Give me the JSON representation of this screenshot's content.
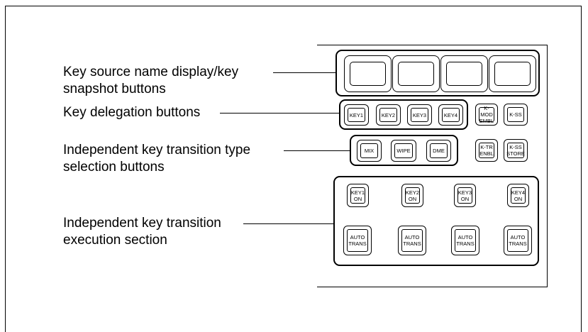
{
  "labels": {
    "key_source": "Key source name display/key\nsnapshot buttons",
    "key_delegation": "Key delegation buttons",
    "type_selection": "Independent key transition type\nselection buttons",
    "execution": "Independent key transition\nexecution section"
  },
  "buttons": {
    "key1": "KEY1",
    "key2": "KEY2",
    "key3": "KEY3",
    "key4": "KEY4",
    "kmod_embl": "K-MOD\nEMBL",
    "kss": "K-SS",
    "mix": "MIX",
    "wipe": "WIPE",
    "dme": "DME",
    "ktr_enbl": "K-TR\nENBL",
    "kss_store": "K-SS\nSTORE",
    "key1_on": "KEY1\nON",
    "key2_on": "KEY2\nON",
    "key3_on": "KEY3\nON",
    "key4_on": "KEY4\nON",
    "auto_trans": "AUTO\nTRANS"
  }
}
